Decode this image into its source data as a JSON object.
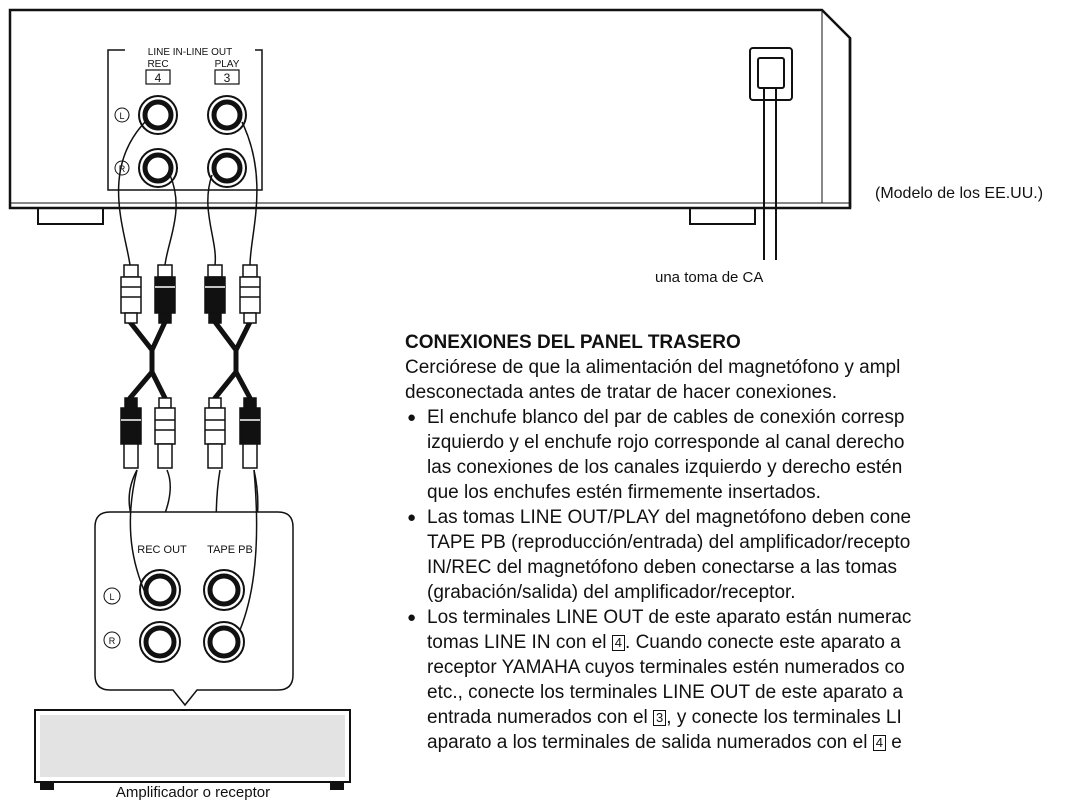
{
  "deck": {
    "jack_group_label": "LINE IN-LINE OUT",
    "rec_label": "REC",
    "play_label": "PLAY",
    "rec_number": "4",
    "play_number": "3",
    "left_mark": "L",
    "right_mark": "R",
    "model_note": "(Modelo de los EE.UU.)",
    "ac_outlet_label": "una toma de CA"
  },
  "amplifier": {
    "rec_out_label": "REC OUT",
    "tape_pb_label": "TAPE PB",
    "left_mark": "L",
    "right_mark": "R",
    "caption": "Amplificador o receptor"
  },
  "instructions": {
    "heading": "CONEXIONES DEL PANEL TRASERO",
    "intro": "Cerciórese de que la alimentación del magnetófono y ampl\ndesconectada antes de tratar de hacer conexiones.",
    "bullets": [
      "El enchufe blanco del par de cables de conexión corresp\nizquierdo y el enchufe rojo corresponde al canal derecho\nlas conexiones de los canales izquierdo y derecho estén\nque los enchufes estén firmemente insertados.",
      "Las tomas LINE OUT/PLAY del magnetófono deben cone\nTAPE PB (reproducción/entrada) del amplificador/recepto\nIN/REC del magnetófono deben conectarse a las tomas\n(grabación/salida) del amplificador/receptor."
    ],
    "bullet3": {
      "line1": "Los terminales LINE OUT de este aparato están numerac",
      "line2_a": "tomas LINE IN con el ",
      "n4": "4",
      "line2_b": ". Cuando conecte este aparato a",
      "line3": "receptor YAMAHA cuyos terminales estén numerados co",
      "line4": "etc., conecte los terminales LINE OUT de este aparato a",
      "line5_a": "entrada numerados con el ",
      "n3": "3",
      "line5_b": ", y conecte los terminales LI",
      "line6_a": "aparato a los terminales de salida numerados con el ",
      "n4b": "4",
      "line6_b": " e"
    }
  }
}
